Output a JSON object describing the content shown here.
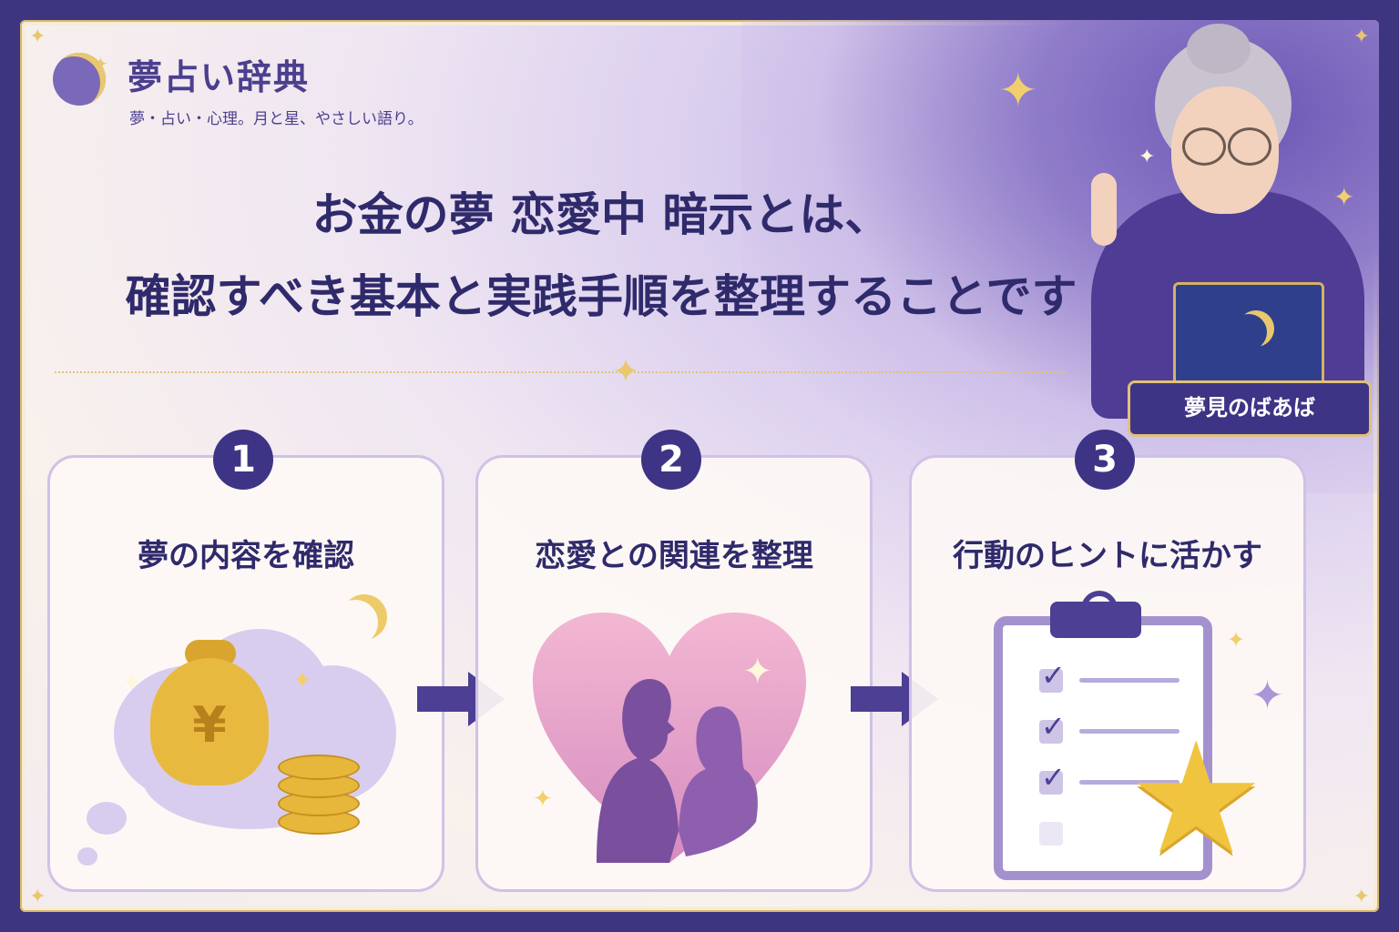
{
  "site": {
    "title": "夢占い辞典",
    "tagline": "夢・占い・心理。月と星、やさしい語り。"
  },
  "headline": {
    "line1": "お金の夢 恋愛中 暗示とは、",
    "line2": "確認すべき基本と実践手順を整理することです"
  },
  "character": {
    "name": "夢見のばあば"
  },
  "steps": [
    {
      "number": "1",
      "title": "夢の内容を確認",
      "illustration": "money-bag-coins-cloud"
    },
    {
      "number": "2",
      "title": "恋愛との関連を整理",
      "illustration": "couple-silhouette-heart"
    },
    {
      "number": "3",
      "title": "行動のヒントに活かす",
      "illustration": "checklist-clipboard-star"
    }
  ],
  "illustrations": {
    "yen_symbol": "¥"
  },
  "colors": {
    "navy": "#3e3485",
    "gold": "#e9c86d",
    "lavender": "#cfc1e6",
    "text": "#2f2a6b"
  }
}
